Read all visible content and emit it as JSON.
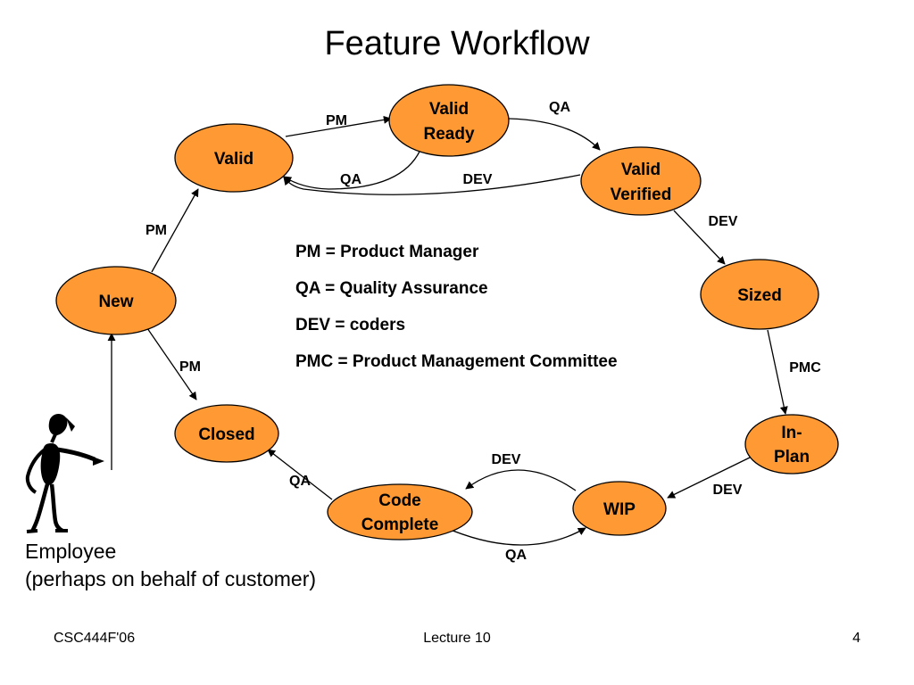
{
  "slide": {
    "title": "Feature Workflow",
    "footer": {
      "left": "CSC444F'06",
      "center": "Lecture 10",
      "right": "4"
    }
  },
  "colors": {
    "node_fill": "#FF9933",
    "node_stroke": "#000000",
    "edge": "#000000"
  },
  "nodes": {
    "valid": {
      "lines": [
        "Valid"
      ]
    },
    "valid_ready": {
      "lines": [
        "Valid",
        "Ready"
      ]
    },
    "valid_verified": {
      "lines": [
        "Valid",
        "Verified"
      ]
    },
    "new": {
      "lines": [
        "New"
      ]
    },
    "sized": {
      "lines": [
        "Sized"
      ]
    },
    "closed": {
      "lines": [
        "Closed"
      ]
    },
    "in_plan": {
      "lines": [
        "In-",
        "Plan"
      ]
    },
    "code_complete": {
      "lines": [
        "Code",
        "Complete"
      ]
    },
    "wip": {
      "lines": [
        "WIP"
      ]
    }
  },
  "edges": [
    {
      "from": "Valid",
      "to": "Valid Ready",
      "label": "PM"
    },
    {
      "from": "Valid Ready",
      "to": "Valid Verified",
      "label": "QA"
    },
    {
      "from": "Valid Ready",
      "to": "Valid",
      "label": "QA"
    },
    {
      "from": "Valid Verified",
      "to": "Valid",
      "label": "DEV"
    },
    {
      "from": "New",
      "to": "Valid",
      "label": "PM"
    },
    {
      "from": "Valid Verified",
      "to": "Sized",
      "label": "DEV"
    },
    {
      "from": "New",
      "to": "Closed",
      "label": "PM"
    },
    {
      "from": "Sized",
      "to": "In-Plan",
      "label": "PMC"
    },
    {
      "from": "In-Plan",
      "to": "WIP",
      "label": "DEV"
    },
    {
      "from": "WIP",
      "to": "Code Complete",
      "label": "DEV"
    },
    {
      "from": "Code Complete",
      "to": "WIP",
      "label": "QA"
    },
    {
      "from": "Code Complete",
      "to": "Closed",
      "label": "QA"
    },
    {
      "from": "Employee",
      "to": "New",
      "label": ""
    }
  ],
  "legend": [
    "PM = Product Manager",
    "QA = Quality Assurance",
    "DEV = coders",
    "PMC = Product Management Committee"
  ],
  "actor": {
    "icon": "stick-figure-pointing-icon",
    "label_line1": "Employee",
    "label_line2": "(perhaps on behalf of customer)"
  }
}
